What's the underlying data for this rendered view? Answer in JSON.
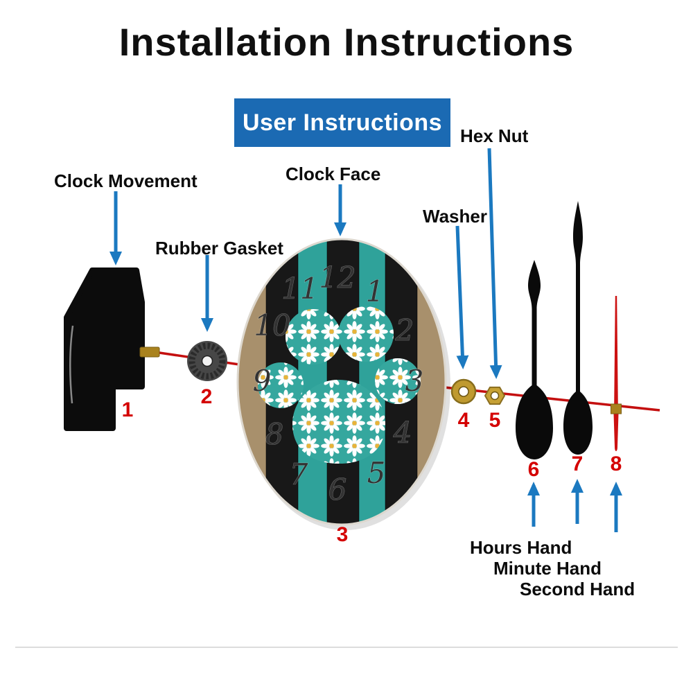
{
  "title": "Installation Instructions",
  "banner": {
    "label": "User Instructions"
  },
  "labels": {
    "clock_movement": "Clock Movement",
    "rubber_gasket": "Rubber Gasket",
    "clock_face": "Clock Face",
    "washer": "Washer",
    "hex_nut": "Hex Nut",
    "hours_hand": "Hours Hand",
    "minute_hand": "Minute Hand",
    "second_hand": "Second Hand"
  },
  "parts": {
    "clock_movement": "1",
    "rubber_gasket": "2",
    "clock_face": "3",
    "washer": "4",
    "hex_nut": "5",
    "hours_hand": "6",
    "minute_hand": "7",
    "second_hand": "8"
  },
  "clock_face_numbers": [
    "12",
    "1",
    "2",
    "3",
    "4",
    "5",
    "6",
    "7",
    "8",
    "9",
    "10",
    "11"
  ],
  "colors": {
    "banner_bg": "#1b6ab3",
    "banner_text": "#ffffff",
    "arrow_blue": "#1b79c0",
    "part_number_red": "#d40000",
    "shaft_line_red": "#c40f0f",
    "clock_face_teal": "#2fa29a",
    "clock_face_burlap": "#a8906c",
    "clock_face_black": "#181818",
    "brass": "#bf9a30",
    "hand_black": "#0a0a0a",
    "second_hand_red": "#cc1111"
  }
}
